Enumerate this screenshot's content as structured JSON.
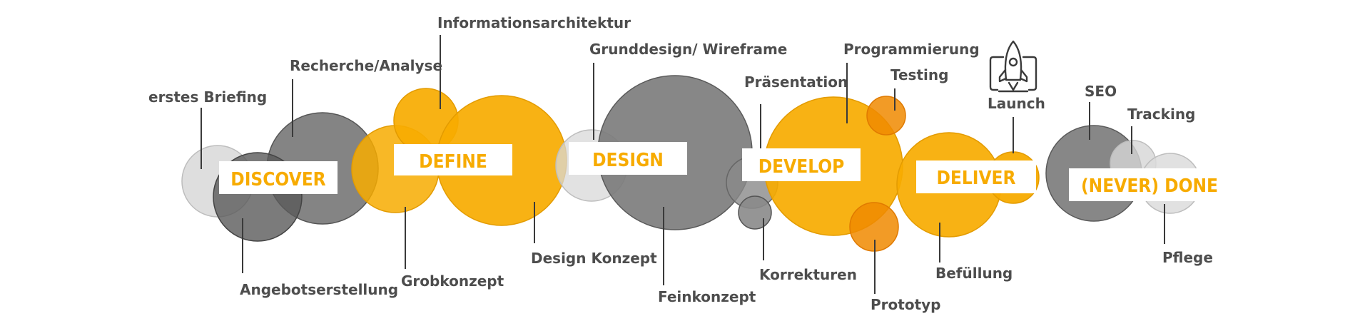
{
  "phases": {
    "discover": "DISCOVER",
    "define": "DEFINE",
    "design": "DESIGN",
    "develop": "DEVELOP",
    "deliver": "DELIVER",
    "done": "(NEVER) DONE"
  },
  "steps": {
    "erstes_briefing": "erstes Briefing",
    "recherche": "Recherche/Analyse",
    "angebot": "Angebotserstellung",
    "informationsarchitektur": "Informationsarchitektur",
    "grobkonzept": "Grobkonzept",
    "design_konzept": "Design Konzept",
    "grunddesign": "Grunddesign/ Wireframe",
    "feinkonzept": "Feinkonzept",
    "praesentation": "Präsentation",
    "korrekturen": "Korrekturen",
    "programmierung": "Programmierung",
    "testing": "Testing",
    "prototyp": "Prototyp",
    "launch": "Launch",
    "befuellung": "Befüllung",
    "seo": "SEO",
    "tracking": "Tracking",
    "pflege": "Pflege"
  },
  "icons": {
    "launch": "rocket-icon"
  },
  "colors": {
    "orange": "#f7ab00",
    "gray": "#7a7a7a",
    "light_gray": "#d9d9d9",
    "text": "#4d4d4d"
  }
}
